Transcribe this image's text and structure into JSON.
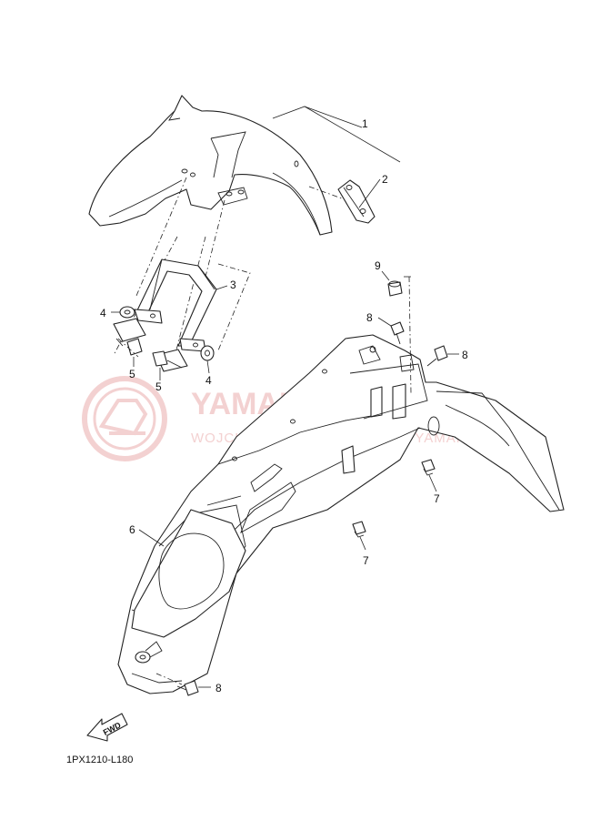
{
  "watermark": {
    "title": "YAMAHA-SKLEP.PL",
    "subtitle": "WOJCIECH NOWICZ I DEALER YAMAHA",
    "color": "#f2c9c9"
  },
  "callouts": [
    {
      "id": "c1",
      "number": "1"
    },
    {
      "id": "c2",
      "number": "2"
    },
    {
      "id": "c3",
      "number": "3"
    },
    {
      "id": "c4a",
      "number": "4"
    },
    {
      "id": "c4b",
      "number": "4"
    },
    {
      "id": "c5a",
      "number": "5"
    },
    {
      "id": "c5b",
      "number": "5"
    },
    {
      "id": "c6",
      "number": "6"
    },
    {
      "id": "c7a",
      "number": "7"
    },
    {
      "id": "c7b",
      "number": "7"
    },
    {
      "id": "c8a",
      "number": "8"
    },
    {
      "id": "c8b",
      "number": "8"
    },
    {
      "id": "c8c",
      "number": "8"
    },
    {
      "id": "c9",
      "number": "9"
    }
  ],
  "fwd_label": "FWD",
  "diagram_code": "1PX1210-L180"
}
